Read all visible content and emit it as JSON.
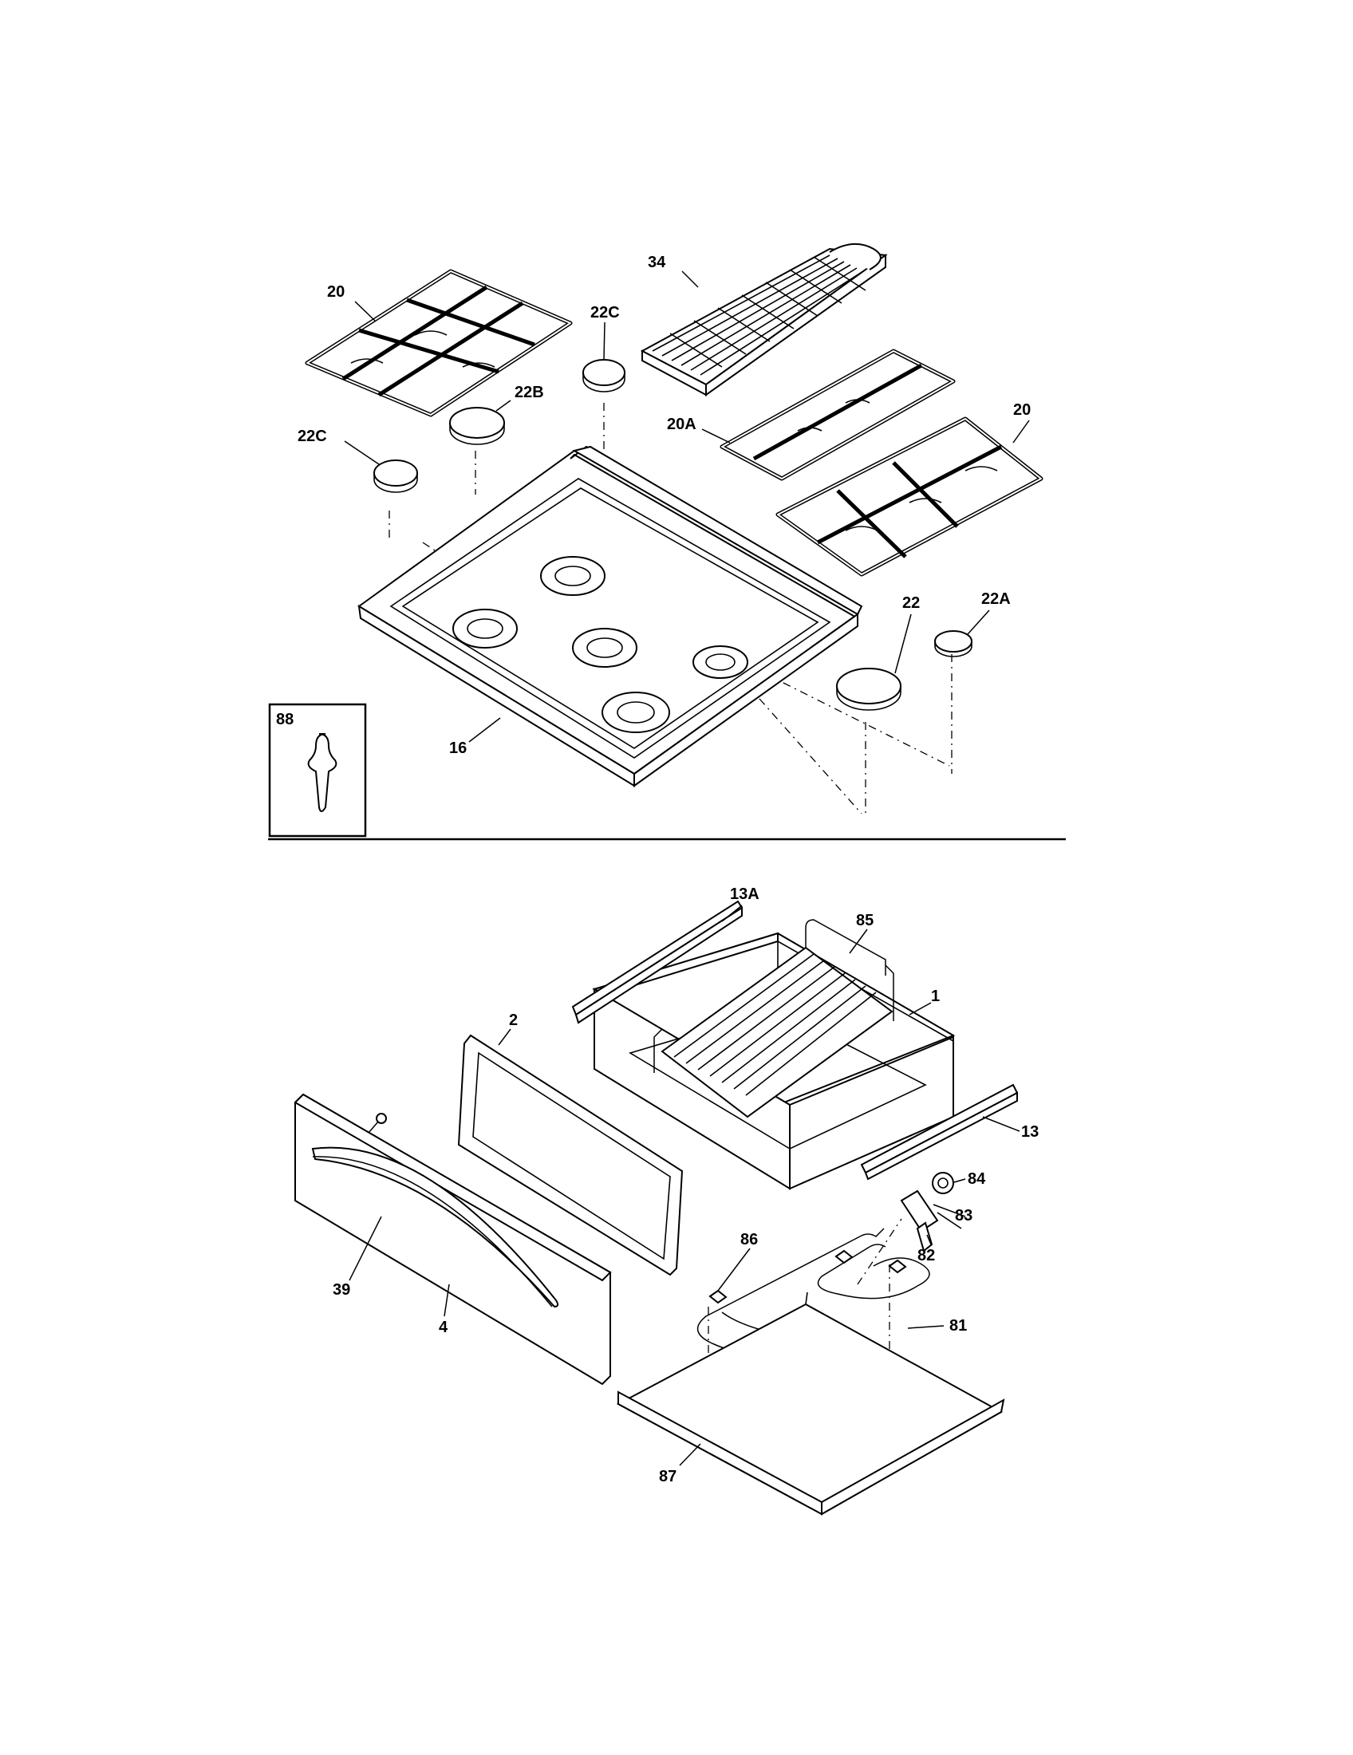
{
  "callouts": {
    "c20_left": "20",
    "c34": "34",
    "c22c_top": "22C",
    "c22b": "22B",
    "c22c_left": "22C",
    "c20a": "20A",
    "c20_right": "20",
    "c22": "22",
    "c22a": "22A",
    "c88": "88",
    "c16": "16",
    "c13a": "13A",
    "c85": "85",
    "c1": "1",
    "c2": "2",
    "c13": "13",
    "c84": "84",
    "c83": "83",
    "c86": "86",
    "c82": "82",
    "c39": "39",
    "c4": "4",
    "c81": "81",
    "c87": "87"
  }
}
